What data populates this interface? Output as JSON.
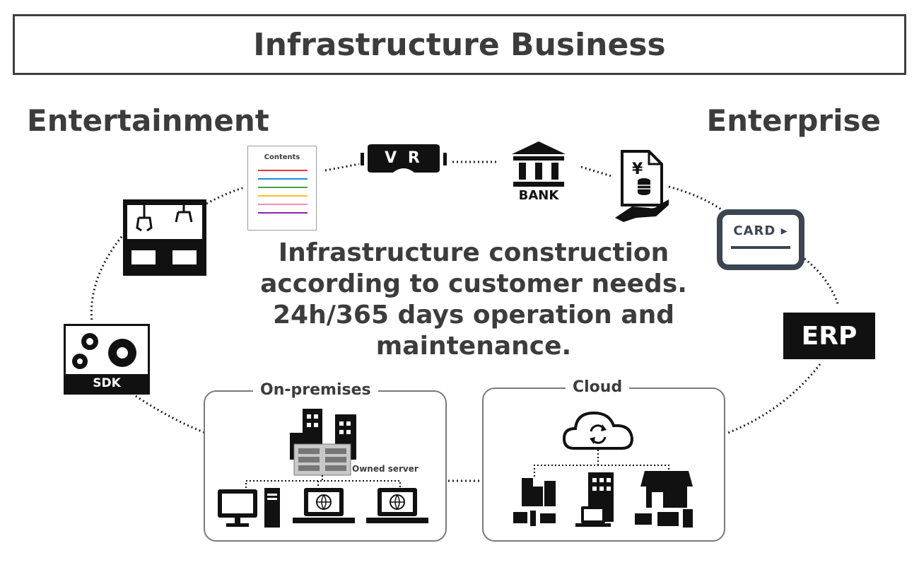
{
  "header": {
    "title": "Infrastructure Business"
  },
  "segments": {
    "left": "Entertainment",
    "right": "Enterprise"
  },
  "center": {
    "line1": "Infrastructure construction",
    "line2": "according to customer needs.",
    "line3": "24h/365 days operation and",
    "line4": "maintenance."
  },
  "icons": {
    "contents_doc": {
      "label": "Contents",
      "line_colors": [
        "#e53935",
        "#1e88e5",
        "#43a047",
        "#fbc02d",
        "#f48fb1",
        "#8e24aa"
      ]
    },
    "vr": {
      "label": "V R"
    },
    "bank": {
      "label": "BANK"
    },
    "card": {
      "label": "CARD ▸"
    },
    "erp": {
      "label": "ERP"
    },
    "sdk": {
      "label": "SDK"
    }
  },
  "on_premises": {
    "label": "On-premises",
    "server_label": "Owned server"
  },
  "cloud": {
    "label": "Cloud"
  }
}
